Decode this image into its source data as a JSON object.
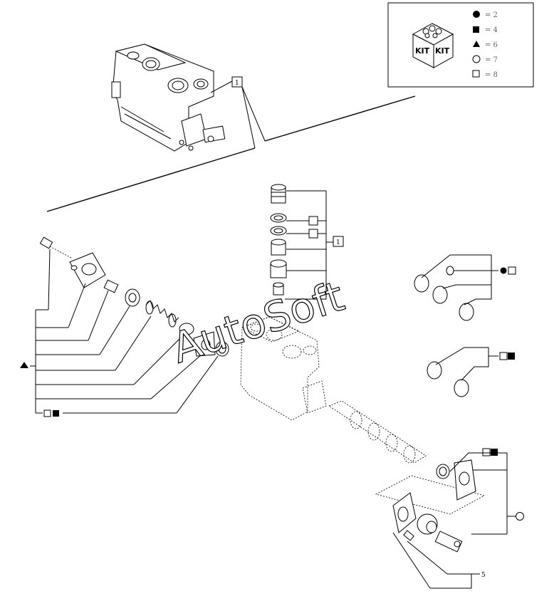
{
  "legend": {
    "kit_labels": [
      "KIT",
      "KIT"
    ],
    "entries": [
      {
        "symbol": "filled-circle",
        "text": "= 2"
      },
      {
        "symbol": "filled-square",
        "text": "= 4"
      },
      {
        "symbol": "filled-triangle",
        "text": "= 6"
      },
      {
        "symbol": "open-circle",
        "text": "= 7"
      },
      {
        "symbol": "open-square",
        "text": "= 8"
      }
    ]
  },
  "callouts": {
    "top_assembly": "1",
    "stack_assembly": "1",
    "bottom_ref": "5"
  },
  "watermark": "AutoSoft"
}
